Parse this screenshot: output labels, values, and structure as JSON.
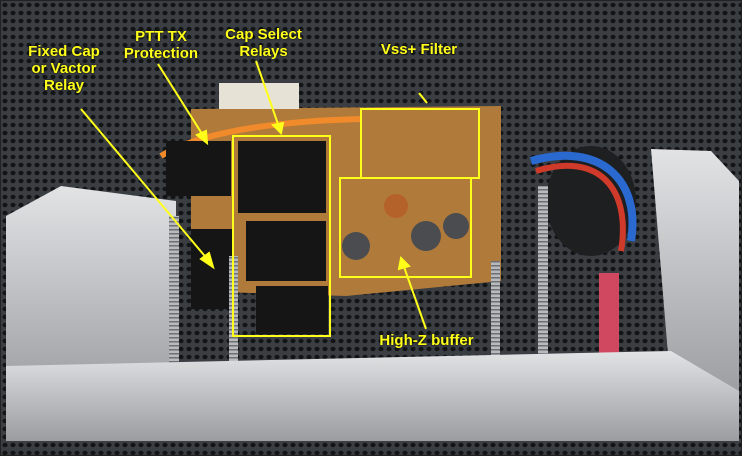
{
  "annotations": {
    "fixed_cap": [
      "Fixed Cap",
      "or Vactor",
      "Relay"
    ],
    "ptt": [
      "PTT TX",
      "Protection"
    ],
    "cap_select": [
      "Cap Select",
      "Relays"
    ],
    "vss": "Vss+ Filter",
    "highz": "High-Z buffer"
  },
  "colors": {
    "annotation": "#ffff1a",
    "board": "#b07a3a",
    "aluminum": "#c8c9cb",
    "relay": "#1a1a1a"
  }
}
